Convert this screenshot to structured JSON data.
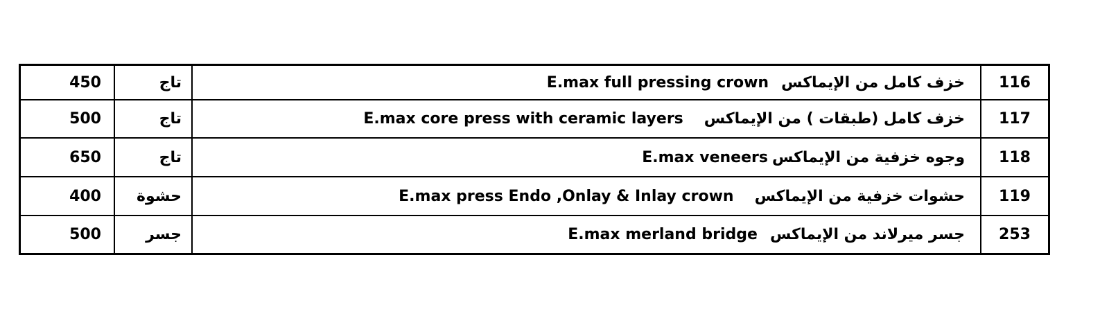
{
  "rows": [
    {
      "code": "116",
      "ar": "خزف كامل من الإيماكس",
      "en": "E.max full pressing crown",
      "type": "تاج",
      "price": "450"
    },
    {
      "code": "117",
      "ar": "خزف كامل (طبقات ) من الإيماكس",
      "en": "E.max core press with ceramic layers",
      "type": "تاج",
      "price": "500"
    },
    {
      "code": "118",
      "ar": "وجوه خزفية من الإيماكس",
      "en": "E.max veneers",
      "type": "تاج",
      "price": "650"
    },
    {
      "code": "119",
      "ar": "حشوات خزفية من الإيماكس",
      "en": "E.max press Endo ,Onlay & Inlay crown",
      "type": "حشوة",
      "price": "400"
    },
    {
      "code": "253",
      "ar": "جسر ميرلاند من الإيماكس",
      "en": "E.max merland bridge",
      "type": "جسر",
      "price": "500"
    }
  ]
}
